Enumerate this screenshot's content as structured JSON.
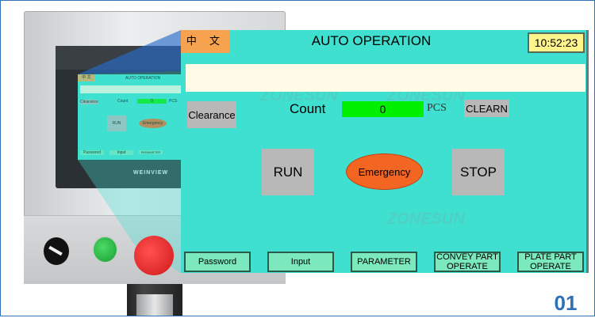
{
  "header": {
    "language_button": "中 文",
    "title": "AUTO OPERATION",
    "clock": "10:52:23"
  },
  "message_bar": "",
  "counter": {
    "clearance_label": "Clearance",
    "count_label": "Count",
    "count_value": "0",
    "unit": "PCS",
    "clear_label": "CLEARN"
  },
  "controls": {
    "run_label": "RUN",
    "emergency_label": "Emergency",
    "stop_label": "STOP"
  },
  "nav": [
    {
      "label": "Password"
    },
    {
      "label": "Input"
    },
    {
      "label": "PARAMETER"
    },
    {
      "label": "CONVEY PART OPERATE"
    },
    {
      "label": "PLATE PART OPERATE"
    }
  ],
  "hmi_brand": "WEINVIEW",
  "watermark": "ZONESUN",
  "page_number": "01",
  "colors": {
    "screen_bg": "#40e0d0",
    "emergency": "#f26522",
    "count_bg": "#00f000",
    "lang_bg": "#f6a24e",
    "accent": "#2f6fb5"
  }
}
